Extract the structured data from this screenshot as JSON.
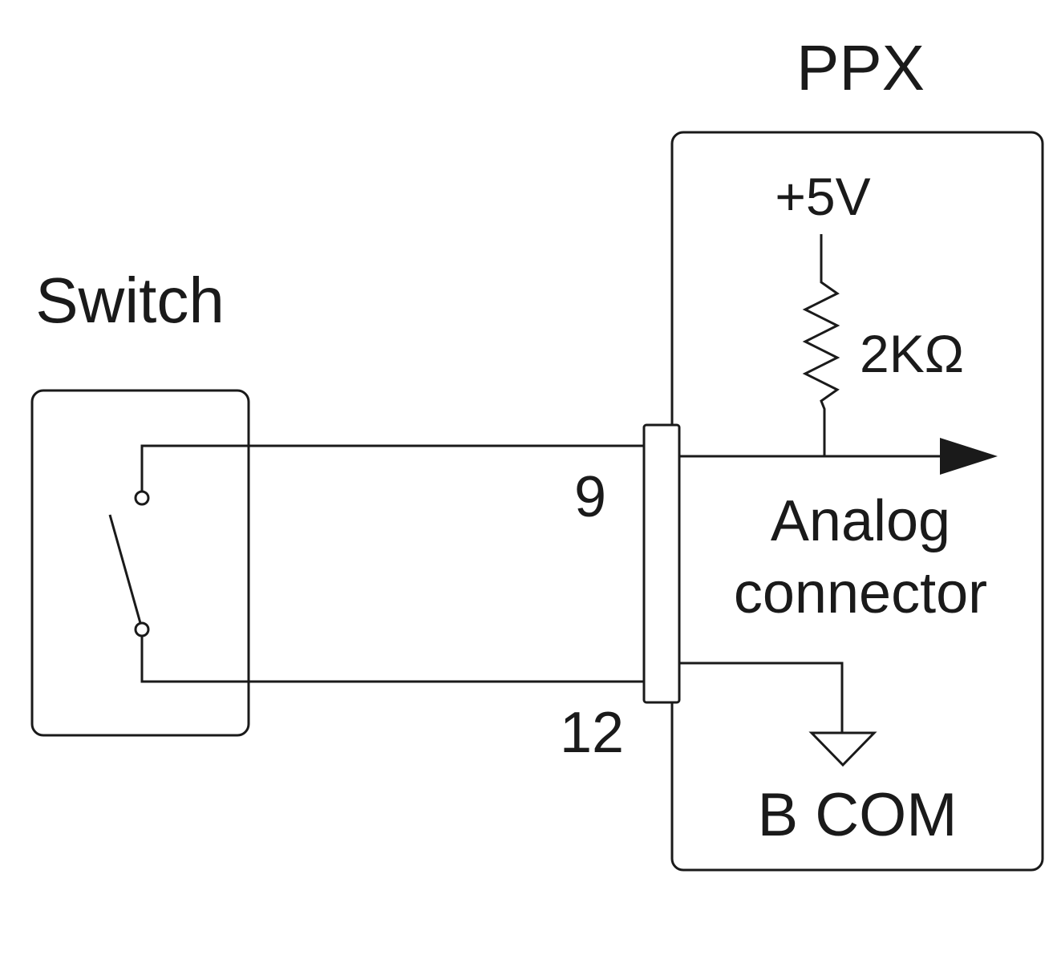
{
  "ppx": {
    "title": "PPX",
    "supply": "+5V",
    "resistor": "2KΩ",
    "connector_line1": "Analog",
    "connector_line2": "connector",
    "ground": "B COM"
  },
  "switch": {
    "title": "Switch"
  },
  "pins": {
    "top": "9",
    "bottom": "12"
  },
  "colors": {
    "ink": "#1a1a1a",
    "background": "#ffffff"
  }
}
